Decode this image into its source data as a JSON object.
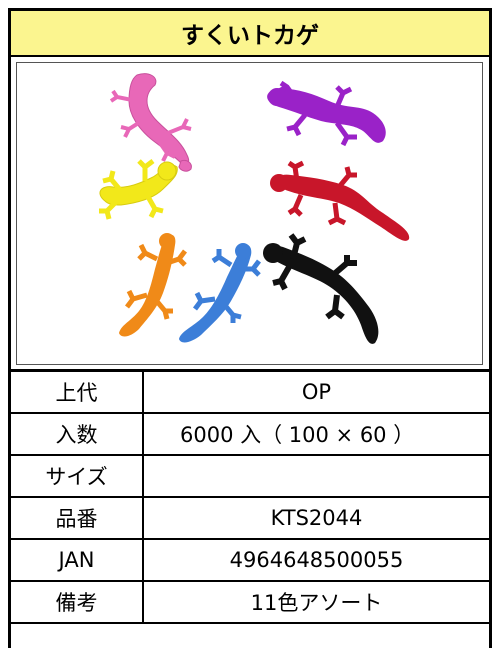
{
  "title": "すくいトカゲ",
  "photo": {
    "alt": "",
    "lizards": [
      {
        "color": "#e868b8",
        "name": "pink-lizard"
      },
      {
        "color": "#9a22c8",
        "name": "purple-lizard"
      },
      {
        "color": "#f2e81a",
        "name": "yellow-lizard"
      },
      {
        "color": "#c8162a",
        "name": "red-lizard"
      },
      {
        "color": "#f08a18",
        "name": "orange-lizard"
      },
      {
        "color": "#3c7ed8",
        "name": "blue-lizard"
      },
      {
        "color": "#111111",
        "name": "black-lizard"
      }
    ]
  },
  "specs": {
    "rows": [
      {
        "label": "上代",
        "value": "OP"
      },
      {
        "label": "入数",
        "value": "6000 入（ 100 × 60 ）"
      },
      {
        "label": "サイズ",
        "value": ""
      },
      {
        "label": "品番",
        "value": "KTS2044"
      },
      {
        "label": "JAN",
        "value": "4964648500055"
      },
      {
        "label": "備考",
        "value": "11色アソート"
      }
    ]
  }
}
